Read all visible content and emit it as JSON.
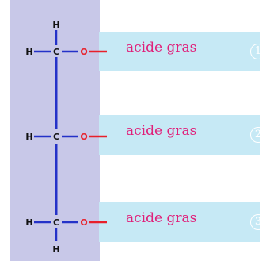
{
  "atoms": {
    "hydrogen": "H",
    "carbon": "C",
    "oxygen": "O"
  },
  "chains": [
    {
      "label": "acide gras",
      "number": "1"
    },
    {
      "label": "acide gras",
      "number": "2"
    },
    {
      "label": "acide gras",
      "number": "3"
    }
  ],
  "colors": {
    "glycerol_background": "#c8c8e8",
    "chain_band": "#c6e9f5",
    "bond_blue": "#2432c8",
    "oxygen_red": "#e8202a",
    "label_magenta": "#e0207a"
  }
}
